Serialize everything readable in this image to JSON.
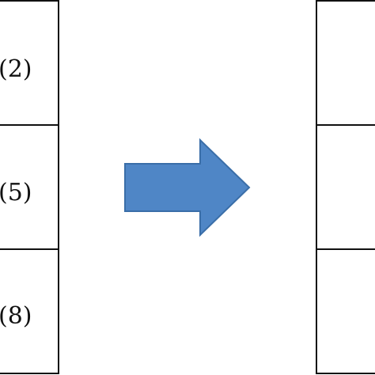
{
  "diagram": {
    "left_table": {
      "cells": [
        {
          "label": "(2)"
        },
        {
          "label": "(5)"
        },
        {
          "label": "(8)"
        }
      ]
    },
    "right_table": {
      "cells": [
        {
          "label": ""
        },
        {
          "label": ""
        },
        {
          "label": ""
        }
      ]
    },
    "arrow": {
      "direction": "right",
      "fill_color": "#4F86C6",
      "stroke_color": "#3A6EA8"
    },
    "line_color": "#111111"
  }
}
